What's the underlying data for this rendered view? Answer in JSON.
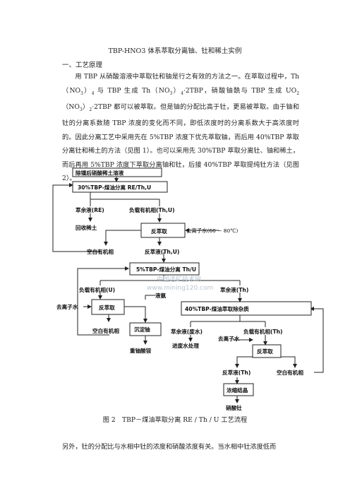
{
  "doc": {
    "title": "TBP-HNO3 体系萃取分离铀、钍和稀土实例",
    "section": "一、工艺原理",
    "para1": [
      {
        "t": "用 TBP 从硝酸溶液中萃取钍和铀是行之有效的方法之一。在萃取过程中，Th（NO"
      },
      {
        "sub": "3"
      },
      {
        "t": "）"
      },
      {
        "sub": "4"
      },
      {
        "t": " 与 TBP 生成 Th（NO"
      },
      {
        "sub": "3"
      },
      {
        "t": "）"
      },
      {
        "sub": "4"
      },
      {
        "t": "·2TBP，硝酸铀酰与 TBP 生成 UO"
      },
      {
        "sub": "2"
      },
      {
        "t": "（NO"
      },
      {
        "sub": "3"
      },
      {
        "t": "）"
      },
      {
        "sub": "2"
      },
      {
        "t": "·2TBP 都可以被萃取。但是铀的分配比高于钍，更易被萃取。由于铀和钍的分离系数随 TBP 浓度的变化而不同，即低浓度时的分离系数大于高浓度时的。因此分离工艺中采用先在 5%TBP 浓度下优先萃取铀，而后用 40%TBP 萃取分离钍和稀土的方法（见图 1）。也可以采用先 30%TBP 萃取分离钍、铀和稀土，而后再用 5%TBP 浓度下萃取分离铀和钍，后接 40%TBP 萃取提纯钍方法（见图 2）。"
      }
    ],
    "caption": "图 2　TBP－煤油萃取分离 RE / Th / U 工艺流程",
    "footer": "另外，钍的分配比与水相中钍的浓度和硝酸浓度有关。当水相中钍浓度低而"
  },
  "flow": {
    "feed": "除镭后硝酸稀土溶液",
    "s1": "30%TBP-煤油分离 RE/Th,U",
    "raff1": "萃余液(RE)",
    "load1": "负载有机相(Th,U)",
    "recover_re": "回收稀土",
    "strip1": "反萃取",
    "water1": "去离子水(60 ~ 80℃)",
    "blank1": "空白有机相",
    "strip_liq1": "反萃液(Th,U)",
    "s2": "5%TBP-煤油分离 Th/U",
    "load2": "负载有机相(U)",
    "raff2": "萃余液(Th)",
    "water2": "去离子水",
    "strip2": "反萃取",
    "ammonia": "液氨",
    "s3": "40%TBP-煤油萃取除杂质",
    "blank2": "空白有机相",
    "precip": "沉淀铀",
    "raff3": "萃余液(废水)",
    "load3": "负载有机相(Th)",
    "adu": "重铀酸铵",
    "waste": "进废水处理",
    "water3": "去离子水",
    "strip3": "反萃取",
    "strip_liq3": "反萃液(Th)",
    "blank3": "空白有机相",
    "conc": "浓缩结晶",
    "product": "硝酸钍",
    "watermark1": "中国选矿技术网",
    "watermark2": "www.mining120.com"
  }
}
